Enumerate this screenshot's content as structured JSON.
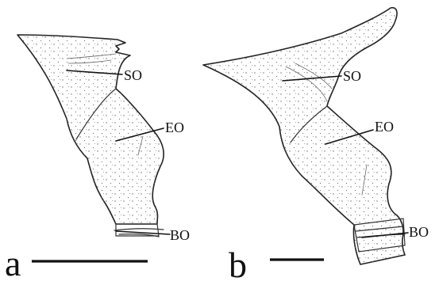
{
  "panels": [
    {
      "letter": "a",
      "labels": {
        "so": "SO",
        "eo": "EO",
        "bo": "BO"
      }
    },
    {
      "letter": "b",
      "labels": {
        "so": "SO",
        "eo": "EO",
        "bo": "BO"
      }
    }
  ],
  "colors": {
    "ink": "#111111",
    "stipple": "#6a6a6a",
    "background": "#ffffff"
  }
}
